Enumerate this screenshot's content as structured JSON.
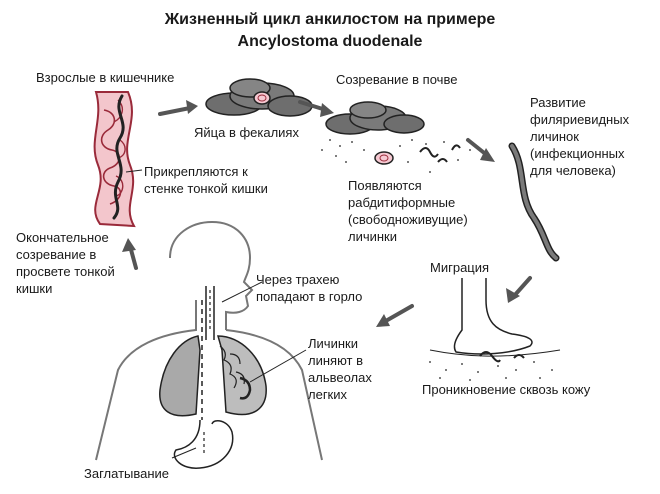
{
  "title": {
    "line1": "Жизненный цикл анкилостом на примере",
    "line2": "Ancylostoma duodenale"
  },
  "labels": {
    "adults": "Взрослые в кишечнике",
    "attach_1": "Прикрепляются к",
    "attach_2": "стенке тонкой кишки",
    "eggs": "Яйца в фекалиях",
    "soil": "Созревание в почве",
    "rhab_1": "Появляются",
    "rhab_2": "рабдитиформные",
    "rhab_3": "(свободноживущие)",
    "rhab_4": "личинки",
    "fil_1": "Развитие",
    "fil_2": "филяриевидных",
    "fil_3": "личинок",
    "fil_4": "(инфекционных",
    "fil_5": "для человека)",
    "migration": "Миграция",
    "skin": "Проникновение сквозь кожу",
    "final_1": "Окончательное",
    "final_2": "созревание в",
    "final_3": "просвете тонкой",
    "final_4": "кишки",
    "trachea_1": "Через трахею",
    "trachea_2": "попадают в горло",
    "molt_1": "Личинки",
    "molt_2": "линяют в",
    "molt_3": "альвеолах",
    "molt_4": "легких",
    "swallow": "Заглатывание"
  },
  "colors": {
    "intestine": "#f3c6cc",
    "intestine_line": "#9a2a3a",
    "feces": "#6e6e6e",
    "egg": "#f6c9d2",
    "lung": "#a9a9a9",
    "arrow": "#555555",
    "outline": "#222222"
  }
}
